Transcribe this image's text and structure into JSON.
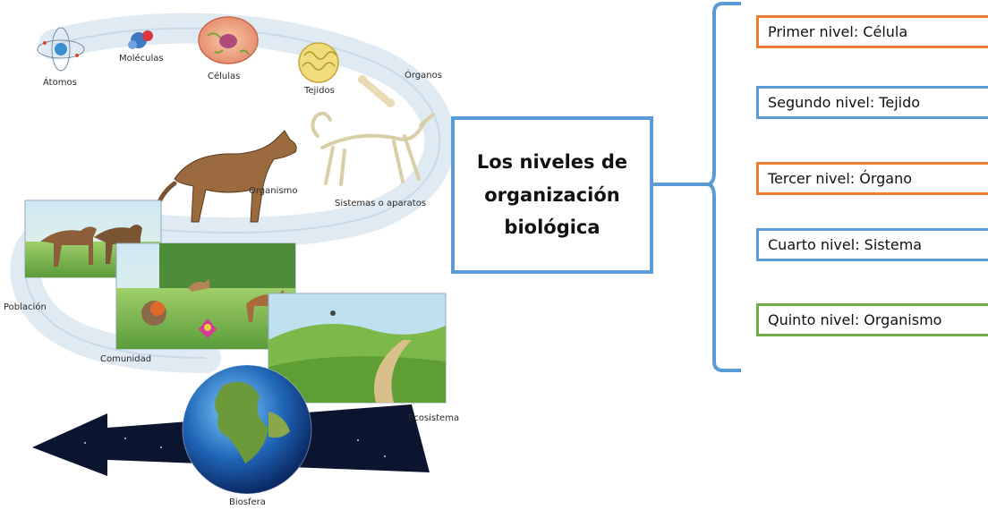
{
  "illustration": {
    "labels": {
      "atomos": "Átomos",
      "moleculas": "Moléculas",
      "celulas": "Células",
      "tejidos": "Tejidos",
      "organos": "Órganos",
      "organismo": "Organismo",
      "sistemas": "Sistemas o aparatos",
      "poblacion": "Población",
      "comunidad": "Comunidad",
      "ecosistema": "Ecosistema",
      "biosfera": "Biosfera"
    }
  },
  "title": "Los niveles de\norganización\nbiológica",
  "levels": [
    {
      "text": "Primer nivel: Célula",
      "color": "#ed7d31"
    },
    {
      "text": "Segundo nivel: Tejido",
      "color": "#5b9bd5"
    },
    {
      "text": "Tercer nivel: Órgano",
      "color": "#ed7d31"
    },
    {
      "text": "Cuarto nivel: Sistema",
      "color": "#5b9bd5"
    },
    {
      "text": "Quinto nivel: Organismo",
      "color": "#70ad47"
    }
  ],
  "colors": {
    "accent": "#5b9bd5",
    "orange": "#ed7d31",
    "green": "#70ad47"
  }
}
